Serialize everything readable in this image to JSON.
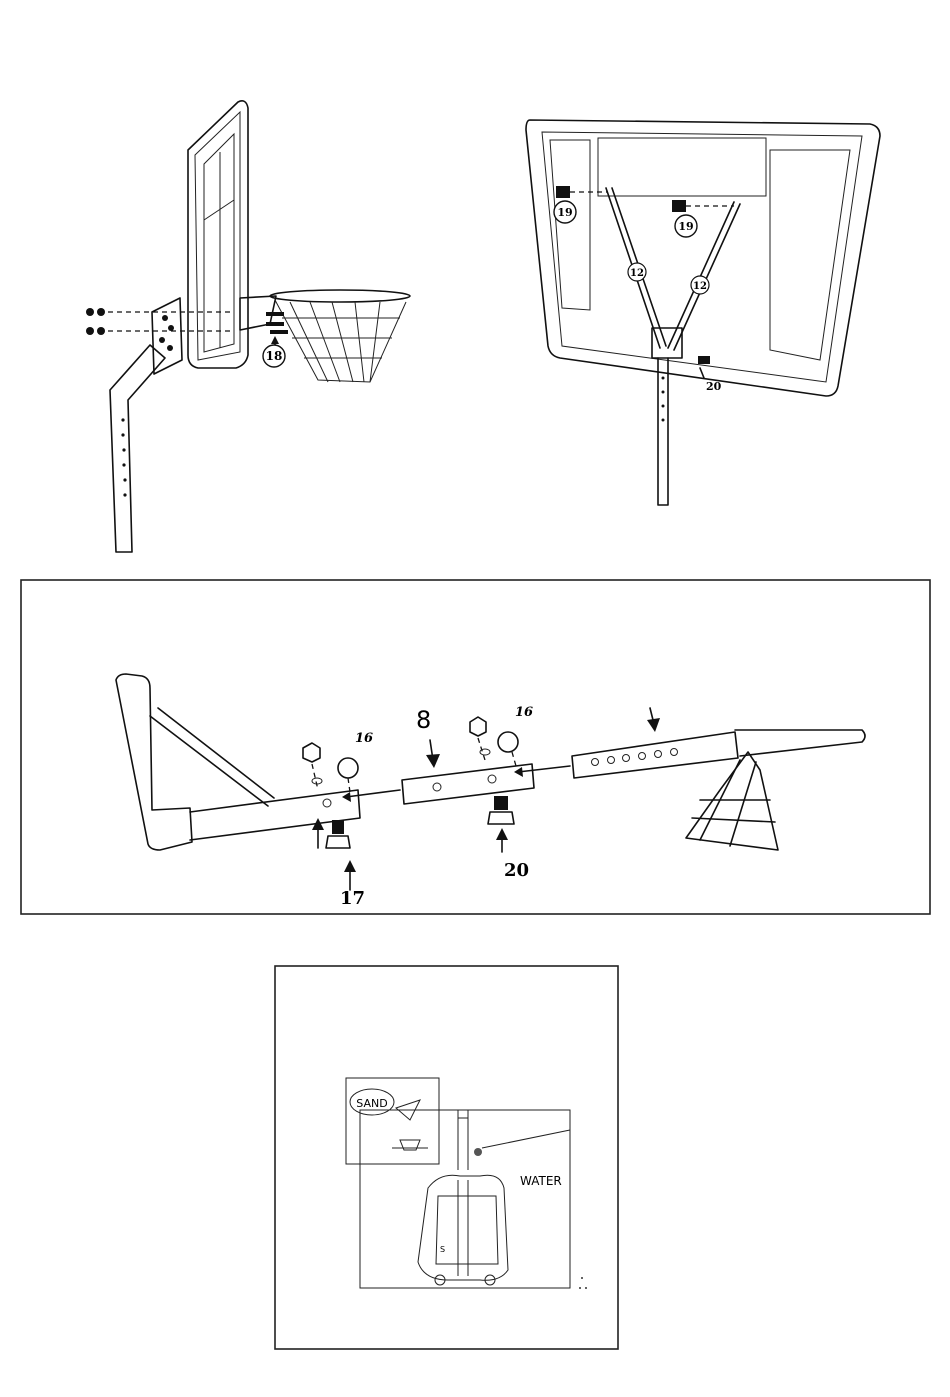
{
  "diagram1": {
    "part_label": "18"
  },
  "diagram2": {
    "part_label_19_left": "19",
    "part_label_19_right": "19",
    "part_label_12_left": "12",
    "part_label_12_right": "12",
    "part_label_20": "20"
  },
  "diagram3": {
    "part_label_16_left": "16",
    "part_label_16_right": "16",
    "part_label_8": "8",
    "part_label_17": "17",
    "part_label_20": "20"
  },
  "diagram4": {
    "label_sand": "SAND",
    "label_water": "WATER",
    "label_s": "S"
  }
}
